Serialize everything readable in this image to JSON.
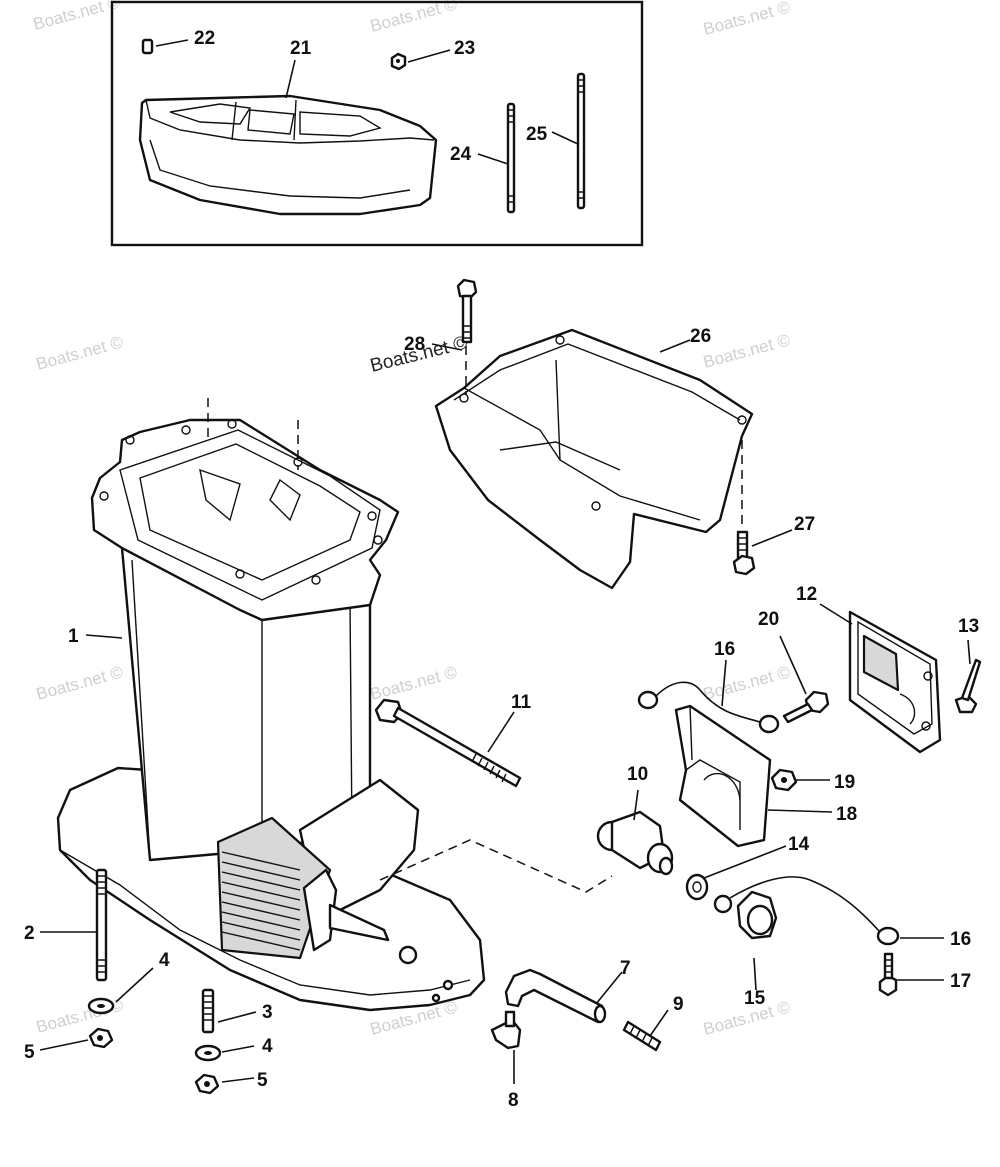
{
  "diagram": {
    "watermark": "Boats.net ©",
    "callouts": {
      "c1": "1",
      "c2": "2",
      "c3": "3",
      "c4a": "4",
      "c4b": "4",
      "c5a": "5",
      "c5b": "5",
      "c7": "7",
      "c8": "8",
      "c9": "9",
      "c10": "10",
      "c11": "11",
      "c12": "12",
      "c13": "13",
      "c14": "14",
      "c15": "15",
      "c16a": "16",
      "c16b": "16",
      "c17": "17",
      "c18": "18",
      "c19": "19",
      "c20": "20",
      "c21": "21",
      "c22": "22",
      "c23": "23",
      "c24": "24",
      "c25": "25",
      "c26": "26",
      "c27": "27",
      "c28": "28"
    }
  }
}
